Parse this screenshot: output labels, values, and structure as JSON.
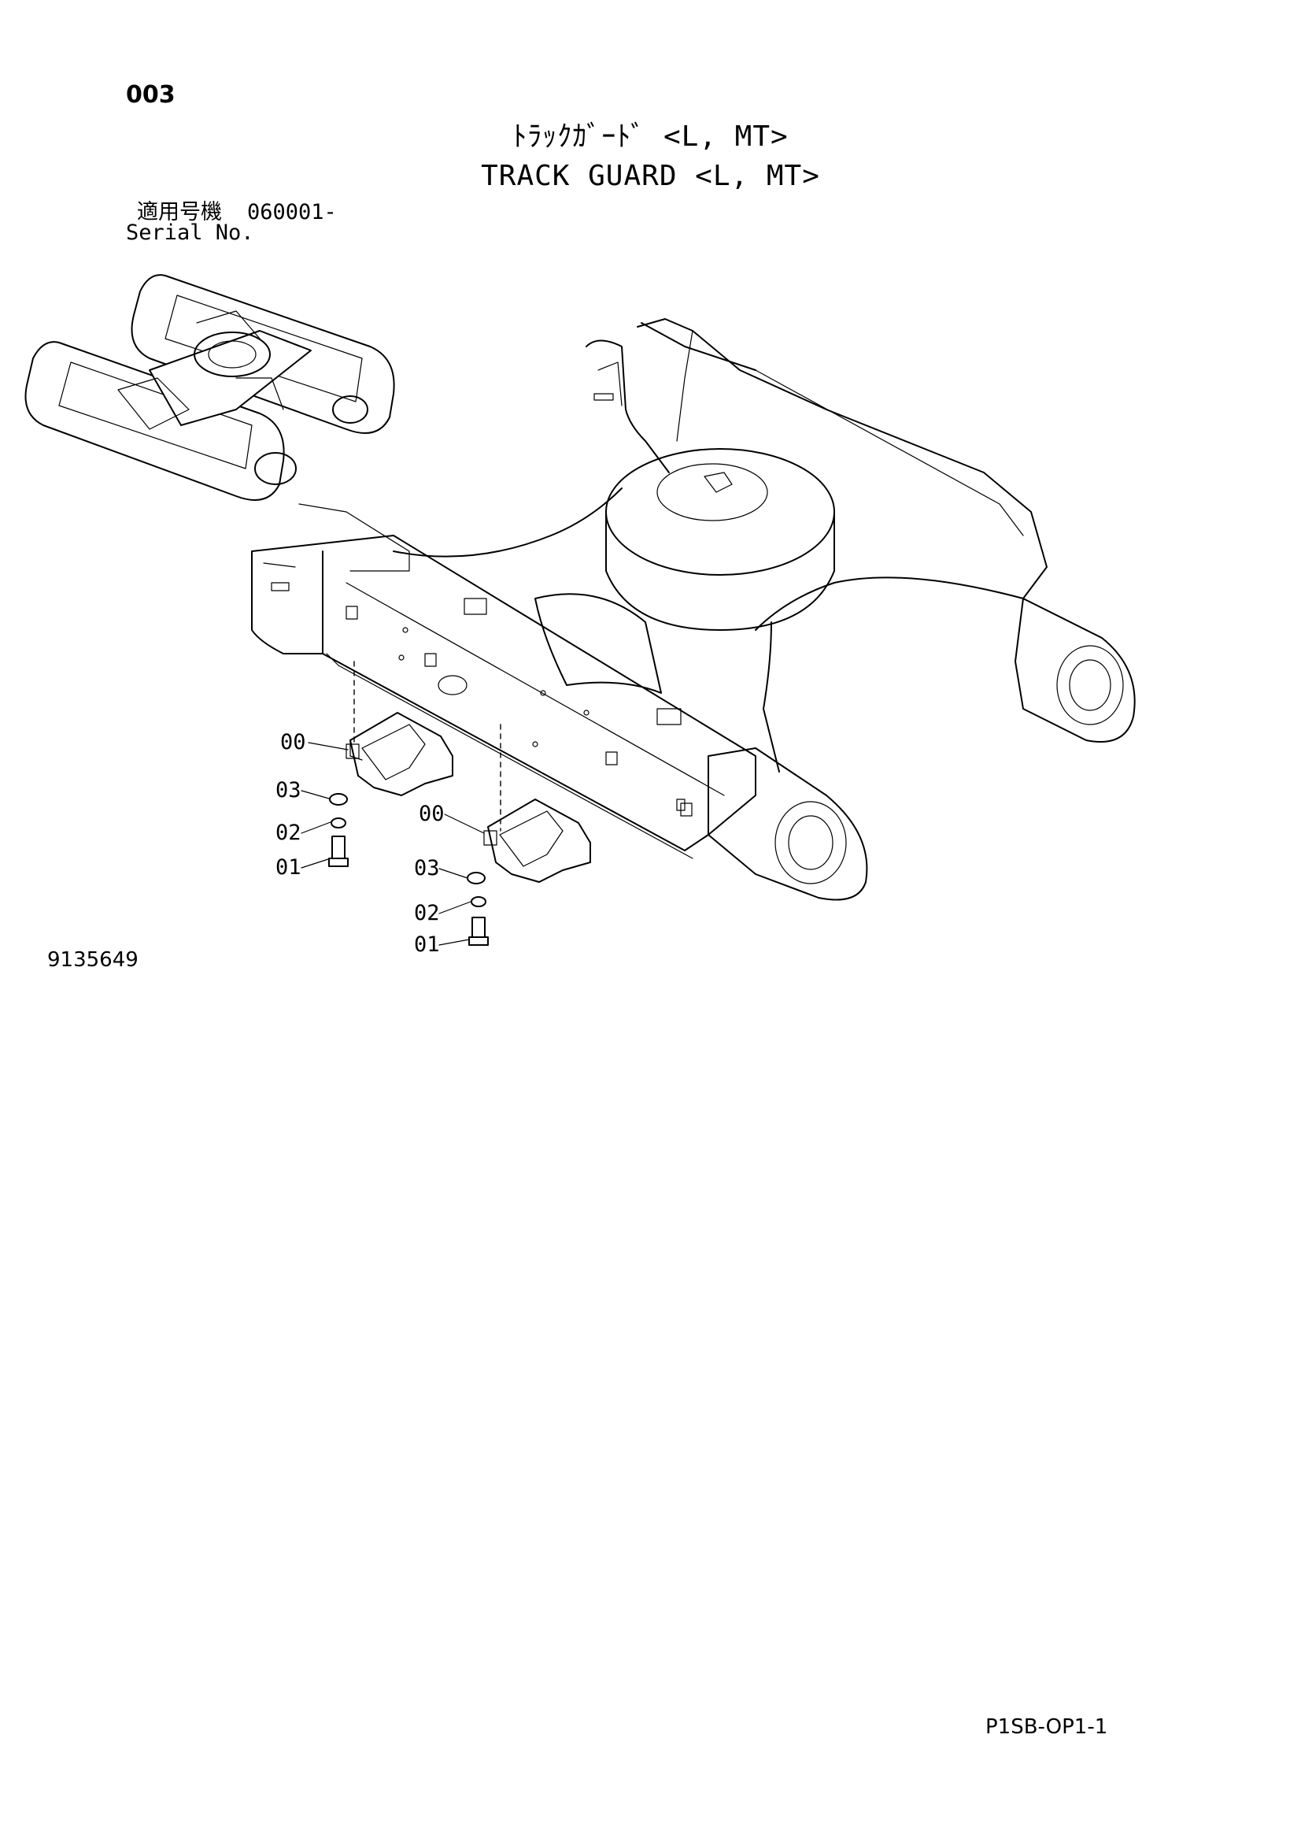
{
  "header": {
    "page_number": "003",
    "title_jp": "ﾄﾗｯｸｶﾞｰﾄﾞ <L, MT>",
    "title_en": "TRACK GUARD <L, MT>",
    "serial_label_jp": "適用号機",
    "serial_value": "060001-",
    "serial_label_en": "Serial No."
  },
  "callouts": {
    "left_group": [
      "00",
      "03",
      "02",
      "01"
    ],
    "right_group": [
      "00",
      "03",
      "02",
      "01"
    ]
  },
  "footer": {
    "figure_number": "9135649",
    "page_code": "P1SB-OP1-1"
  }
}
